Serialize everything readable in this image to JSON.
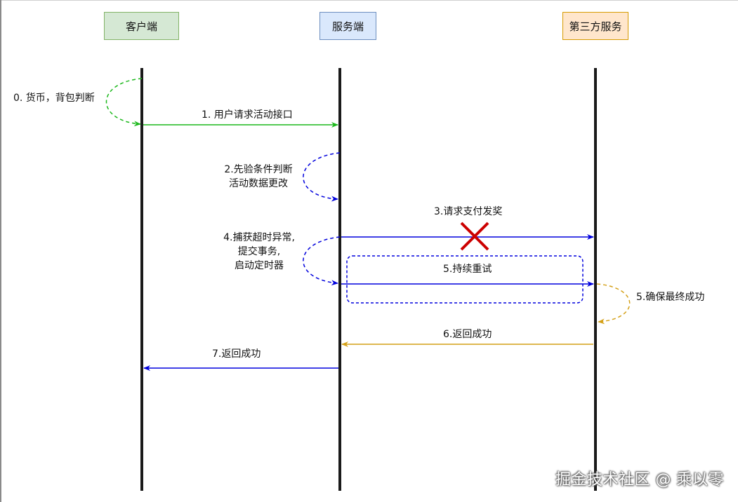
{
  "participants": {
    "client": {
      "label": "客户端",
      "fill": "#d5e8d4",
      "stroke": "#82b366"
    },
    "server": {
      "label": "服务端",
      "fill": "#dae8fc",
      "stroke": "#6c8ebf"
    },
    "third_party": {
      "label": "第三方服务",
      "fill": "#ffe6cc",
      "stroke": "#d79b00"
    }
  },
  "steps": {
    "s0": "0. 货币，背包判断",
    "s1": "1. 用户请求活动接口",
    "s2_line1": "2.先验条件判断",
    "s2_line2": "活动数据更改",
    "s3": "3.请求支付发奖",
    "s4_line1": "4.捕获超时异常,",
    "s4_line2": "提交事务,",
    "s4_line3": "启动定时器",
    "s5_retry": "5.持续重试",
    "s5_ensure": "5.确保最终成功",
    "s6": "6.返回成功",
    "s7": "7.返回成功"
  },
  "colors": {
    "green": "#1cb81c",
    "blue": "#0000dd",
    "orange": "#d4a017",
    "cross": "#cc0000",
    "lifeline": "#1a1a1a"
  },
  "watermark": "掘金技术社区 @ 乘以零"
}
